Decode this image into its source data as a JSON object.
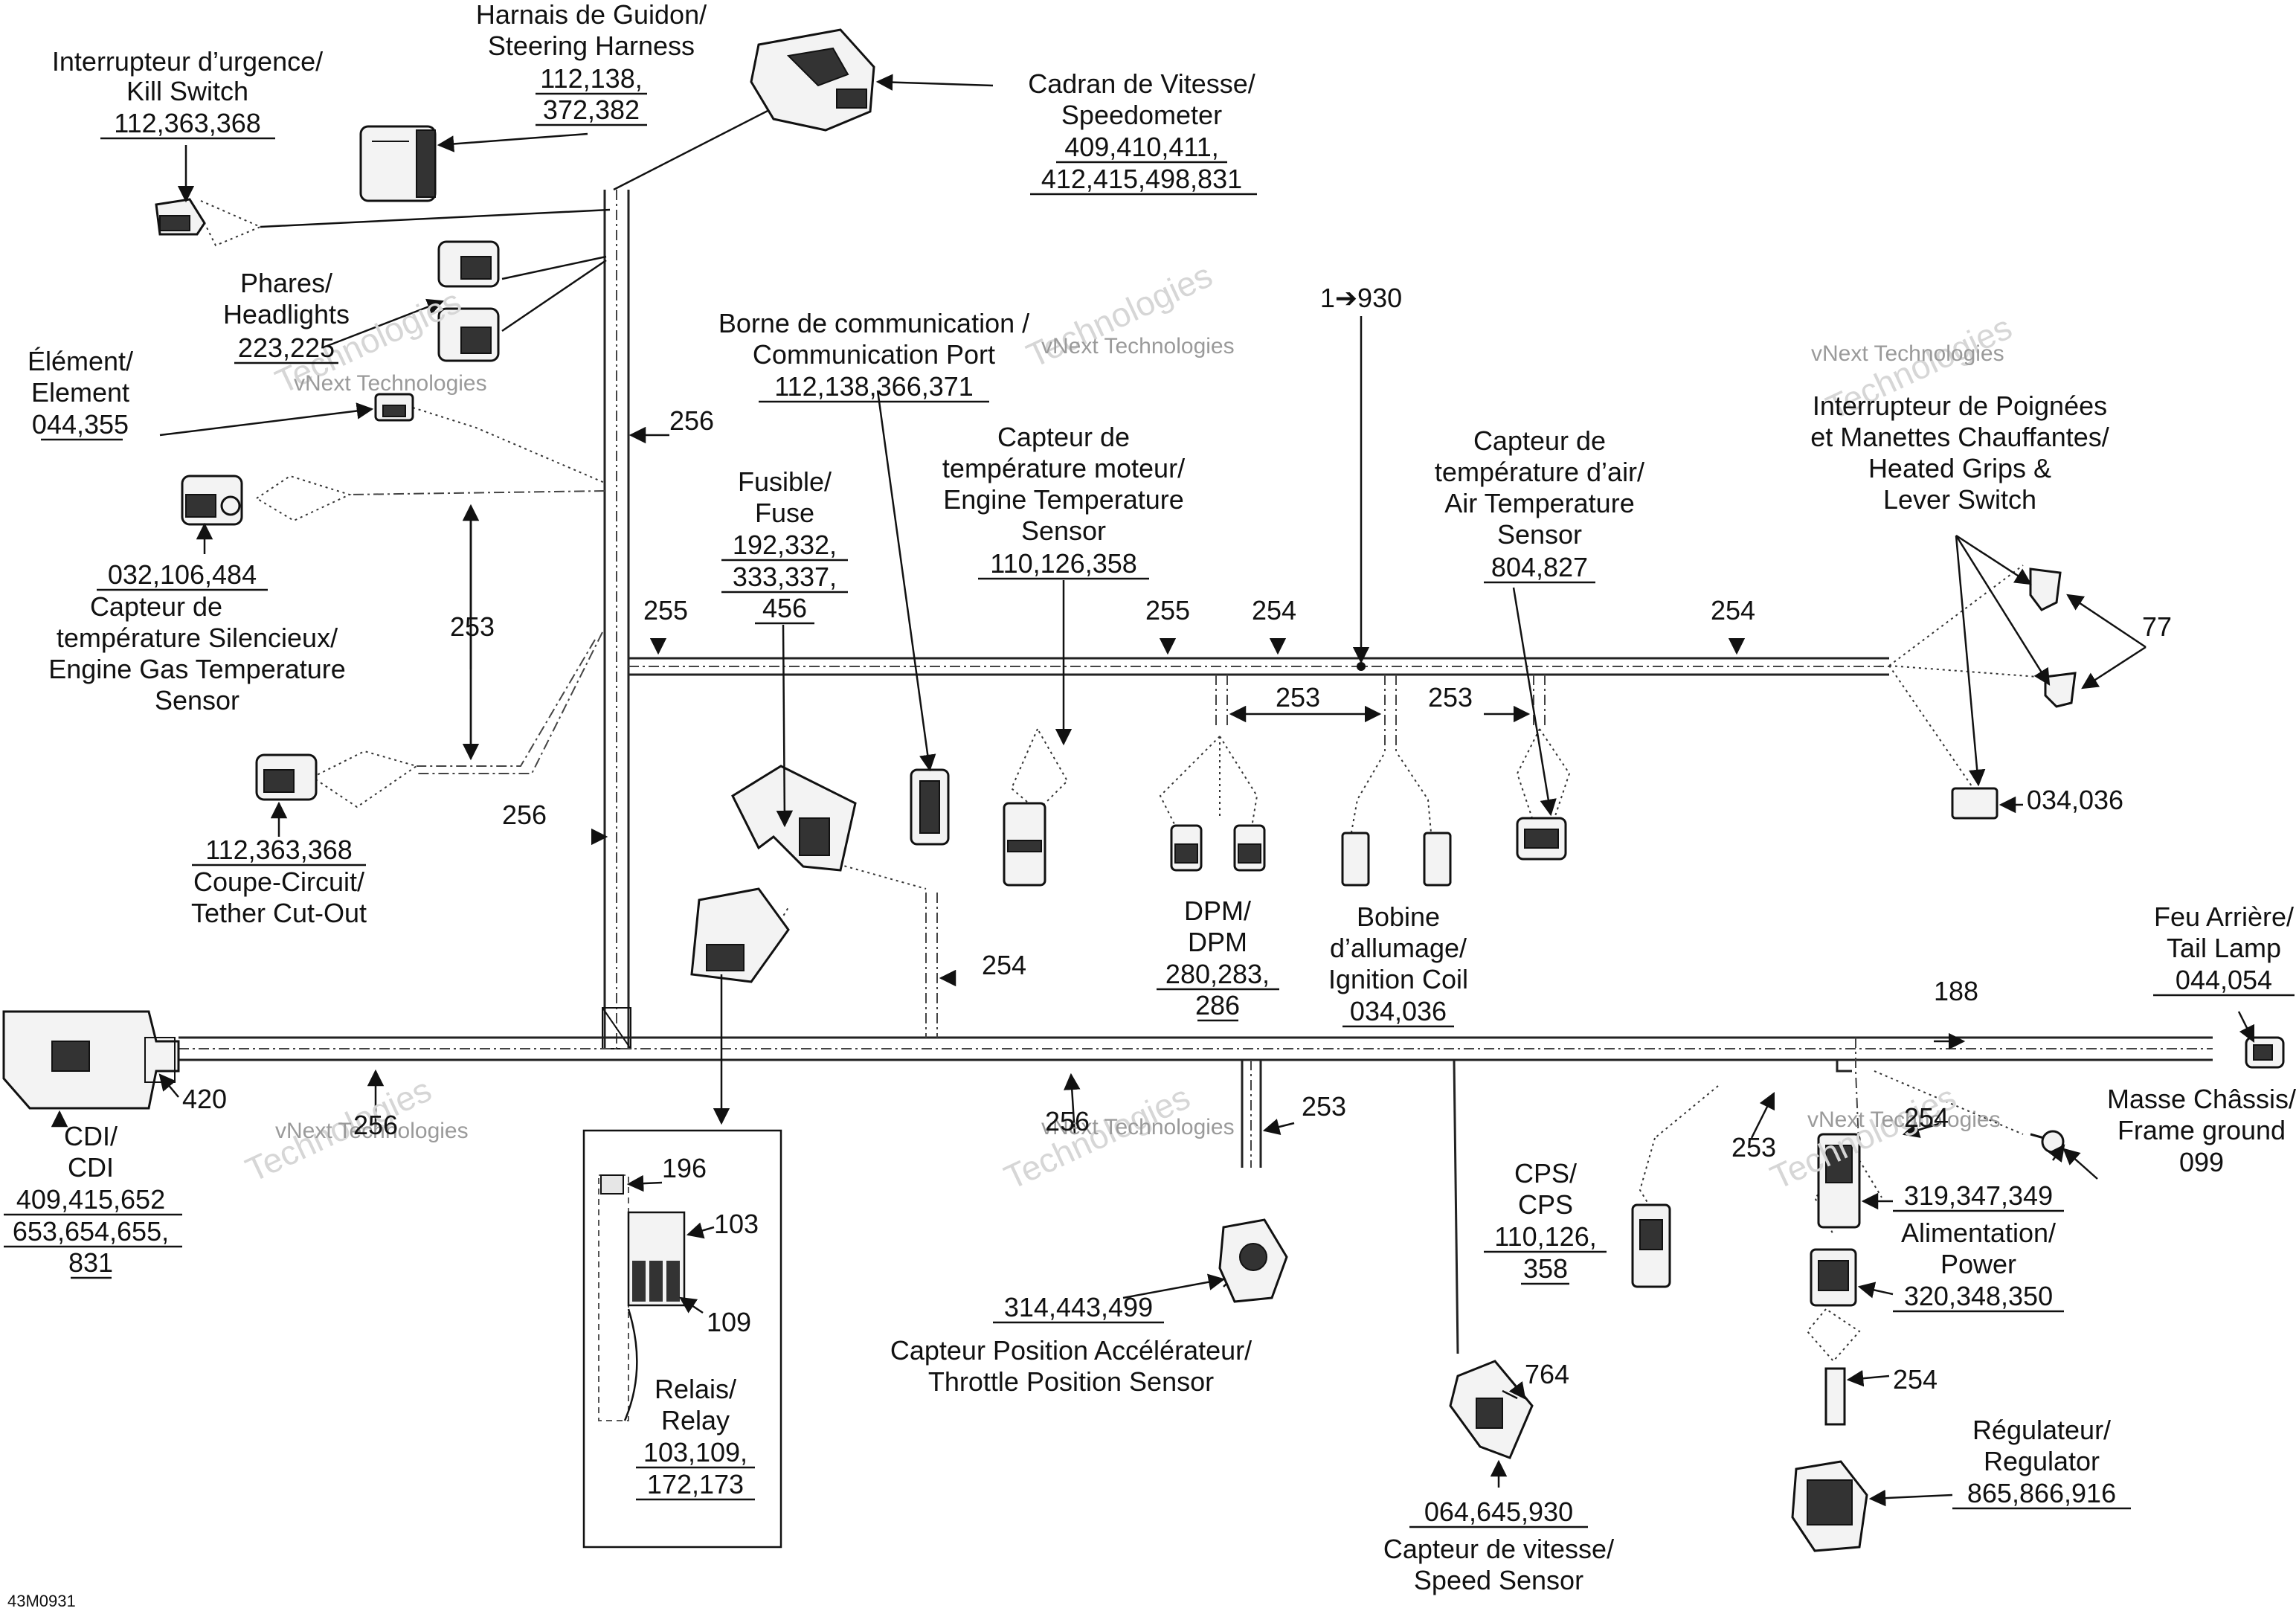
{
  "watermark": {
    "brand": "vNext",
    "text": "Technologies",
    "full": "vNext Technologies"
  },
  "figure_id": "43M0931",
  "labels": {
    "steering_harness": {
      "lines": [
        "Harnais de Guidon/",
        "Steering Harness"
      ],
      "refs": [
        "112,138,",
        "372,382"
      ]
    },
    "kill_switch": {
      "lines": [
        "Interrupteur d’urgence/",
        "Kill Switch"
      ],
      "refs": [
        "112,363,368"
      ]
    },
    "speedometer": {
      "lines": [
        "Cadran de Vitesse/",
        "Speedometer"
      ],
      "refs": [
        "409,410,411,",
        "412,415,498,831"
      ]
    },
    "headlights": {
      "lines": [
        "Phares/",
        "Headlights"
      ],
      "refs": [
        "223,225"
      ]
    },
    "element": {
      "lines": [
        "Élément/",
        "Element"
      ],
      "refs": [
        "044,355"
      ]
    },
    "egt_sensor": {
      "refs": [
        "032,106,484"
      ],
      "lines": [
        "Capteur de",
        "température Silencieux/",
        "Engine Gas Temperature",
        "Sensor"
      ]
    },
    "tether": {
      "refs": [
        "112,363,368"
      ],
      "lines": [
        "Coupe-Circuit/",
        "Tether Cut-Out"
      ]
    },
    "comm_port": {
      "lines": [
        "Borne de communication /",
        "Communication Port"
      ],
      "refs": [
        "112,138,366,371"
      ]
    },
    "fuse": {
      "lines": [
        "Fusible/",
        "Fuse"
      ],
      "refs": [
        "192,332,",
        "333,337,",
        "456"
      ]
    },
    "engine_temp": {
      "lines": [
        "Capteur de",
        "température moteur/",
        "Engine Temperature",
        "Sensor"
      ],
      "refs": [
        "110,126,358"
      ]
    },
    "air_temp": {
      "lines": [
        "Capteur de",
        "température d’air/",
        "Air Temperature",
        "Sensor"
      ],
      "refs": [
        "804,827"
      ]
    },
    "heated_grips": {
      "lines": [
        "Interrupteur de Poignées",
        "et Manettes Chauffantes/",
        "Heated Grips &",
        "Lever Switch"
      ]
    },
    "dpm": {
      "lines": [
        "DPM/",
        "DPM"
      ],
      "refs": [
        "280,283,",
        "286"
      ]
    },
    "ignition_coil": {
      "lines": [
        "Bobine",
        "d’allumage/",
        "Ignition Coil"
      ],
      "refs": [
        "034,036"
      ]
    },
    "tail_lamp": {
      "lines": [
        "Feu Arrière/",
        "Tail Lamp"
      ],
      "refs": [
        "044,054"
      ]
    },
    "cdi": {
      "lines": [
        "CDI/",
        "CDI"
      ],
      "refs": [
        "409,415,652",
        "653,654,655,",
        "831"
      ]
    },
    "relay": {
      "lines": [
        "Relais/",
        "Relay"
      ],
      "refs": [
        "103,109,",
        "172,173"
      ]
    },
    "tps": {
      "refs": [
        "314,443,499"
      ],
      "lines": [
        "Capteur Position Accélérateur/",
        "Throttle Position Sensor"
      ]
    },
    "cps": {
      "lines": [
        "CPS/",
        "CPS"
      ],
      "refs": [
        "110,126,",
        "358"
      ]
    },
    "frame_ground": {
      "lines": [
        "Masse Châssis/",
        "Frame ground"
      ],
      "refs": [
        "099"
      ]
    },
    "power": {
      "refs": [
        "319,347,349"
      ],
      "lines": [
        "Alimentation/",
        "Power"
      ],
      "refs2": [
        "320,348,350"
      ]
    },
    "speed_sensor": {
      "refs": [
        "064,645,930"
      ],
      "lines": [
        "Capteur de vitesse/",
        "Speed Sensor"
      ]
    },
    "regulator": {
      "lines": [
        "Régulateur/",
        "Regulator"
      ],
      "refs": [
        "865,866,916"
      ]
    }
  },
  "callouts": {
    "c256a": "256",
    "c253a": "253",
    "c256b": "256",
    "c255a": "255",
    "c255b": "255",
    "c254a": "254",
    "c254b": "254",
    "c253b": "253",
    "c253c": "253",
    "c930": "1➔930",
    "c77": "77",
    "c034": "034,036",
    "c254c": "254",
    "c188": "188",
    "c420": "420",
    "c256c": "256",
    "c256d": "256",
    "c253d": "253",
    "c253e": "253",
    "c254d": "254",
    "c196": "196",
    "c103": "103",
    "c109": "109",
    "c764": "764",
    "c254e": "254"
  }
}
